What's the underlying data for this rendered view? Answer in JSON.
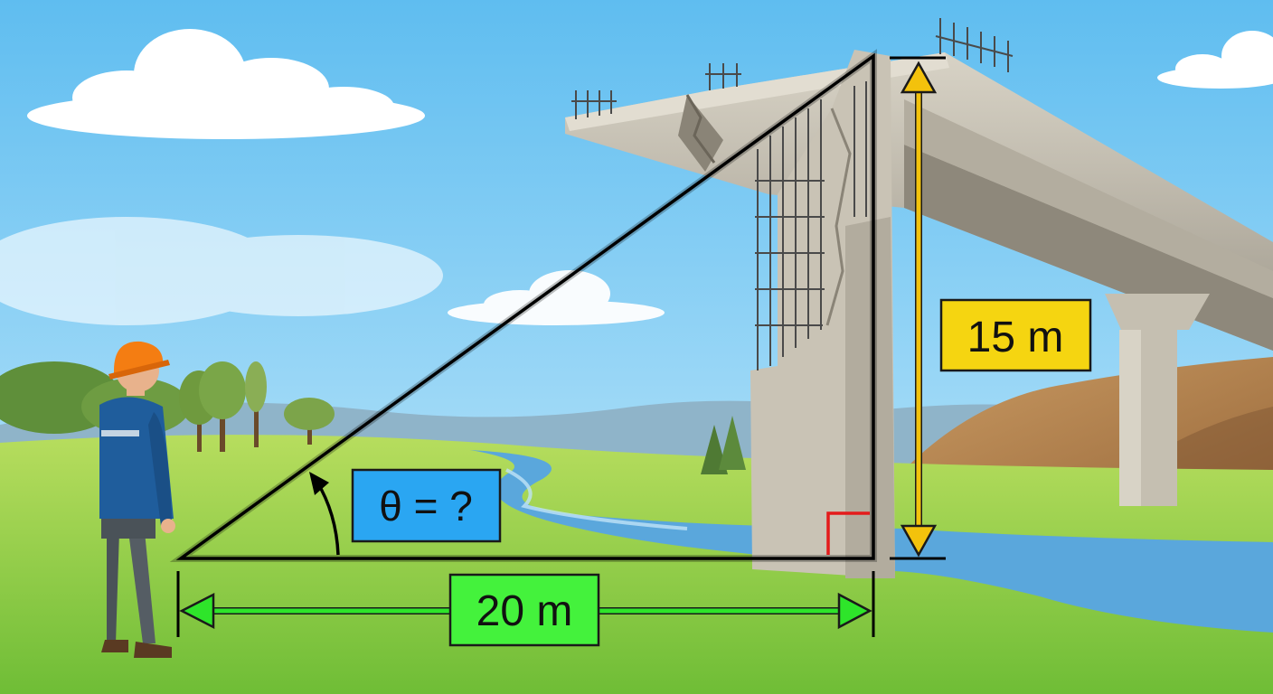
{
  "labels": {
    "angle": "θ = ?",
    "height": "15 m",
    "base": "20 m"
  },
  "colors": {
    "sky_top": "#5fbdf0",
    "sky_bottom": "#bfe6fa",
    "grass": "#8ccf45",
    "river": "#5aa7dc",
    "concrete": "#c9c3b5",
    "triangle_line": "#000000",
    "angle_box": "#2aa6f2",
    "height_box": "#f5d511",
    "height_arrow": "#f3c20c",
    "base_box": "#44f23c",
    "base_arrow": "#2ee52a",
    "right_angle_mark": "#e41b1b",
    "hardhat": "#f47d12",
    "jacket": "#1f5d9c"
  },
  "icons": {
    "worker": "engineer-with-hardhat-icon",
    "bridge": "damaged-bridge-icon"
  }
}
